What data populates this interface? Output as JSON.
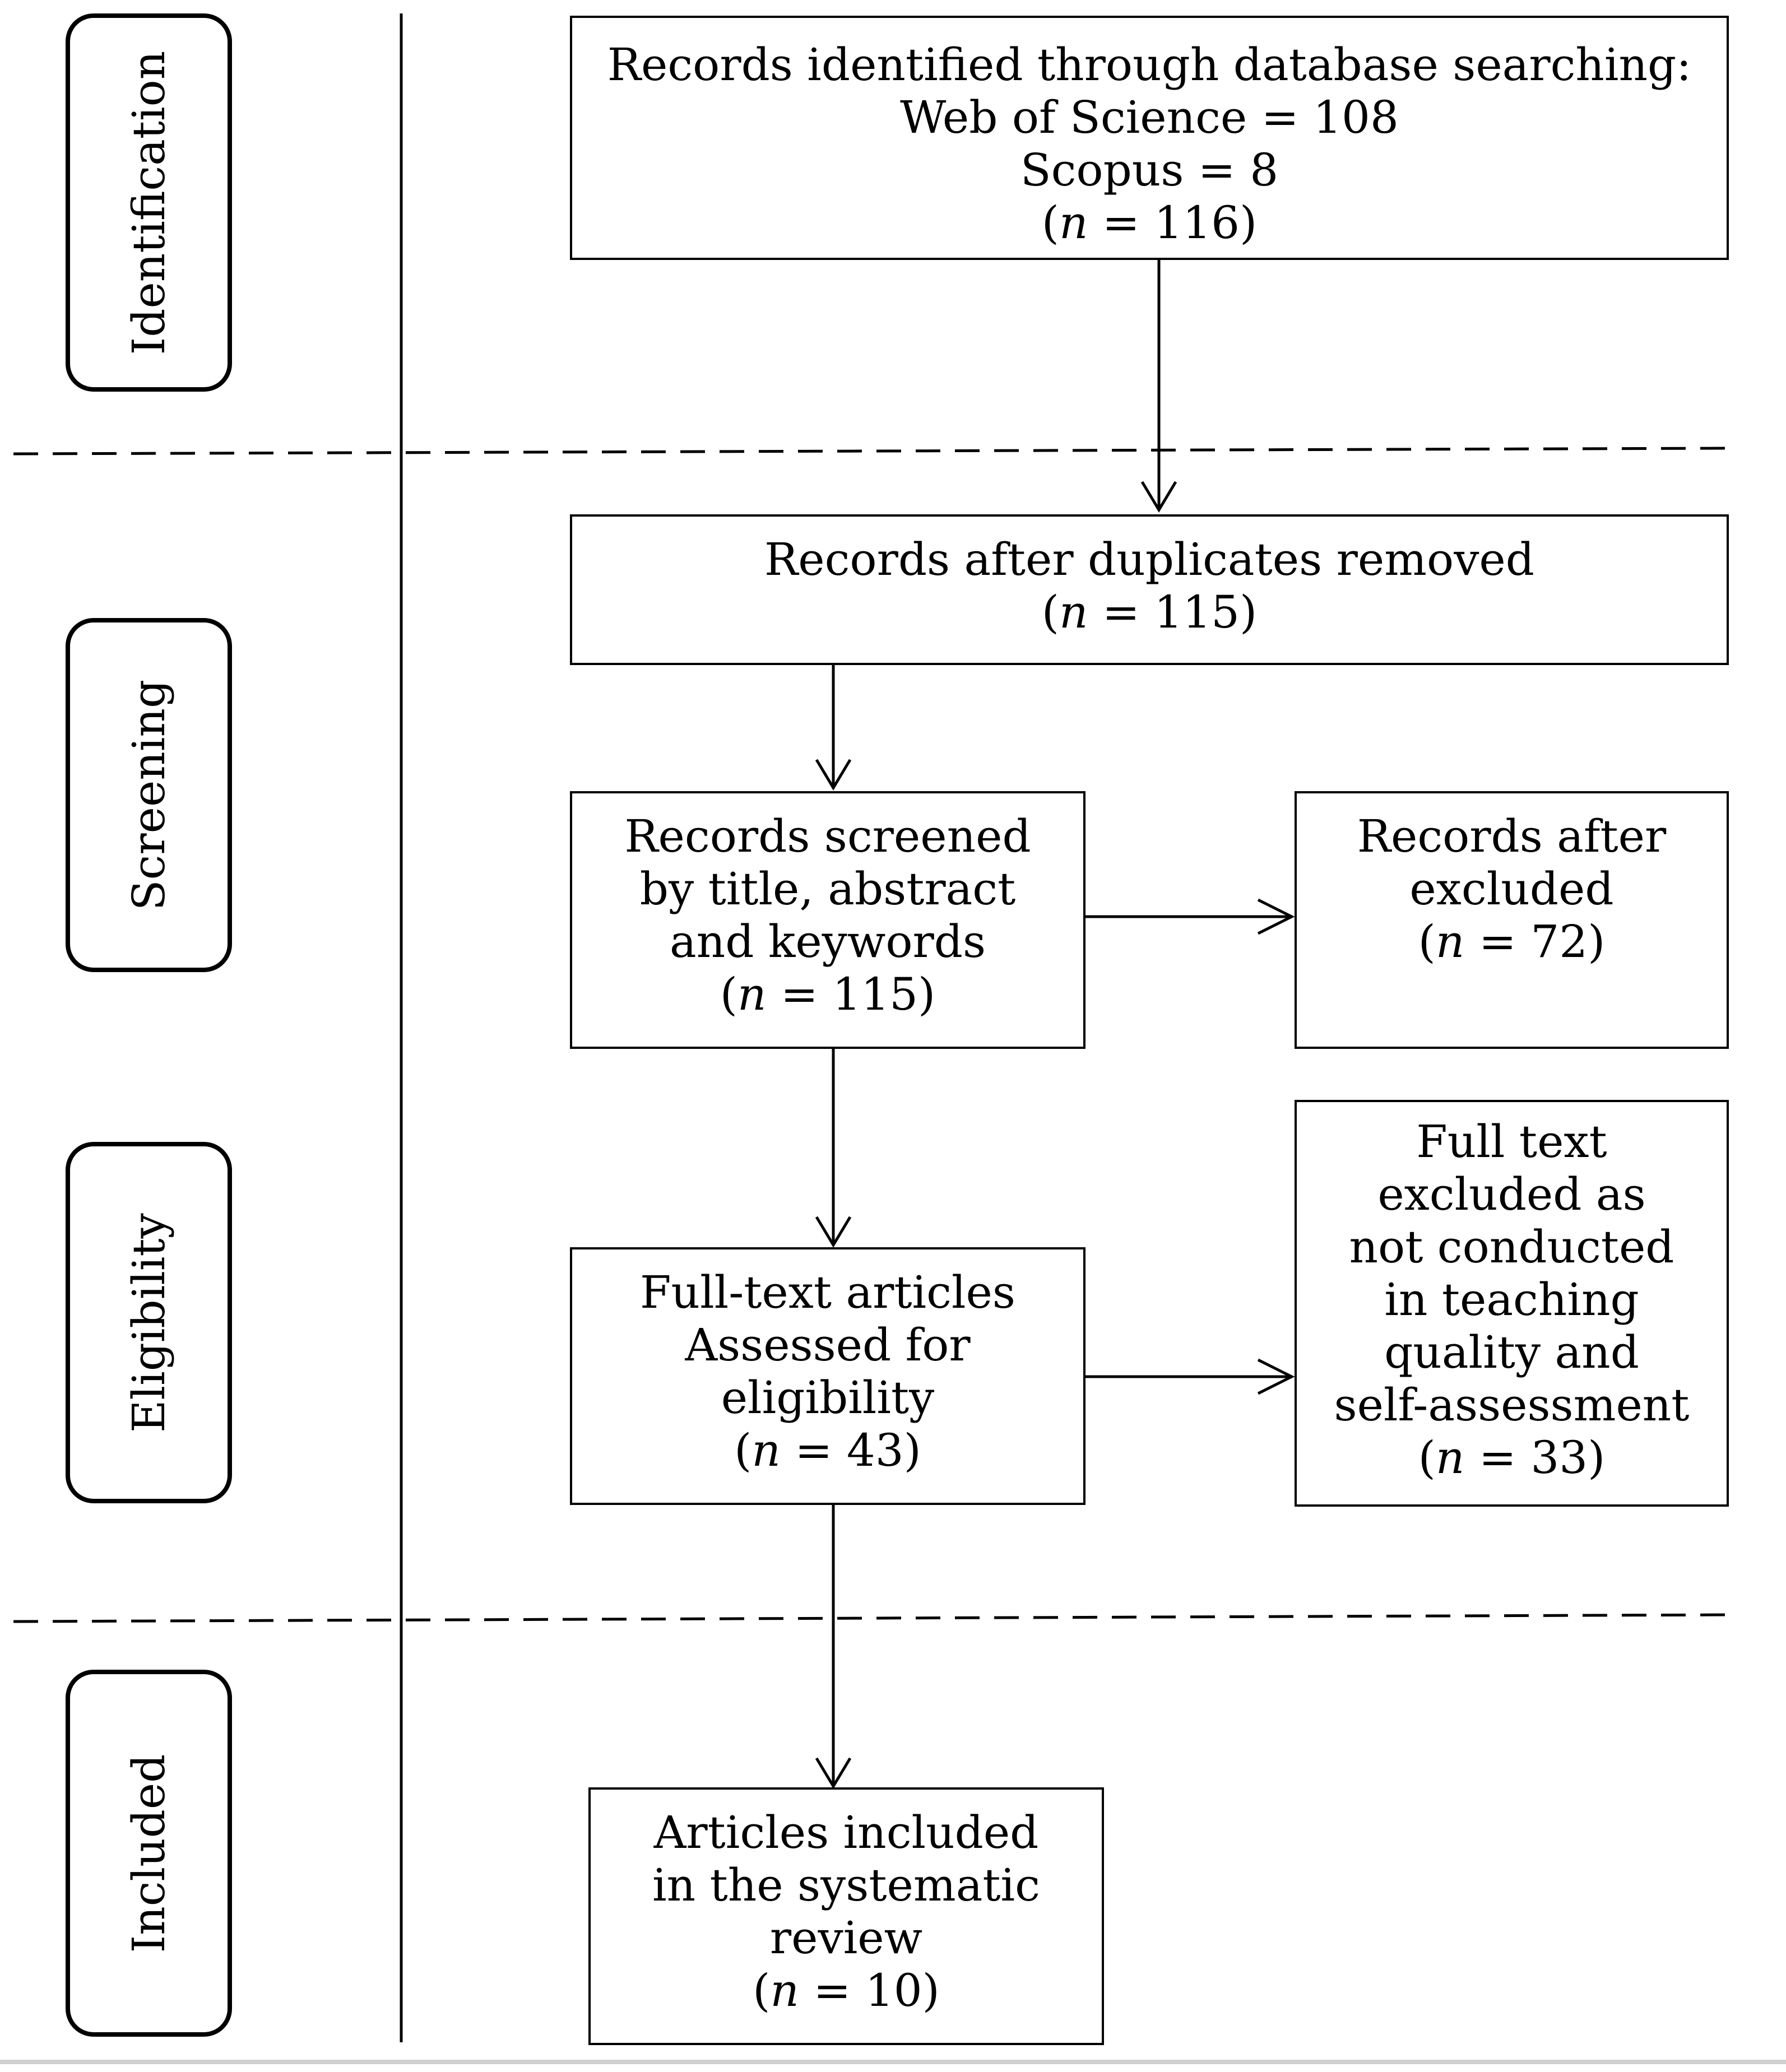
{
  "stages": [
    {
      "id": "identification",
      "label": "Identification"
    },
    {
      "id": "screening",
      "label": "Screening"
    },
    {
      "id": "eligibility",
      "label": "Eligibility"
    },
    {
      "id": "included",
      "label": "Included"
    }
  ],
  "boxes": {
    "identified": {
      "lines": [
        "Records identified through database searching:",
        "Web of Science = 108",
        "Scopus = 8"
      ],
      "n_prefix": "(",
      "n_symbol": "n",
      "n_value": " = 116)"
    },
    "duplicates_removed": {
      "lines": [
        "Records after duplicates removed"
      ],
      "n_prefix": "(",
      "n_symbol": "n",
      "n_value": " = 115)"
    },
    "screened": {
      "lines": [
        "Records screened",
        "by title, abstract",
        "and keywords"
      ],
      "n_prefix": "(",
      "n_symbol": "n",
      "n_value": " = 115)"
    },
    "excluded": {
      "lines": [
        "Records after",
        "excluded"
      ],
      "n_prefix": "(",
      "n_symbol": "n",
      "n_value": " = 72)"
    },
    "full_text_assessed": {
      "lines": [
        "Full-text articles",
        "Assessed for",
        "eligibility"
      ],
      "n_prefix": "(",
      "n_symbol": "n",
      "n_value": " = 43)"
    },
    "full_text_excluded": {
      "lines": [
        "Full text",
        "excluded as",
        "not conducted",
        "in teaching",
        "quality and",
        "self-assessment"
      ],
      "n_prefix": "(",
      "n_symbol": "n",
      "n_value": " = 33)"
    },
    "included_review": {
      "lines": [
        "Articles included",
        "in the systematic",
        "review"
      ],
      "n_prefix": "(",
      "n_symbol": "n",
      "n_value": " = 10)"
    }
  }
}
